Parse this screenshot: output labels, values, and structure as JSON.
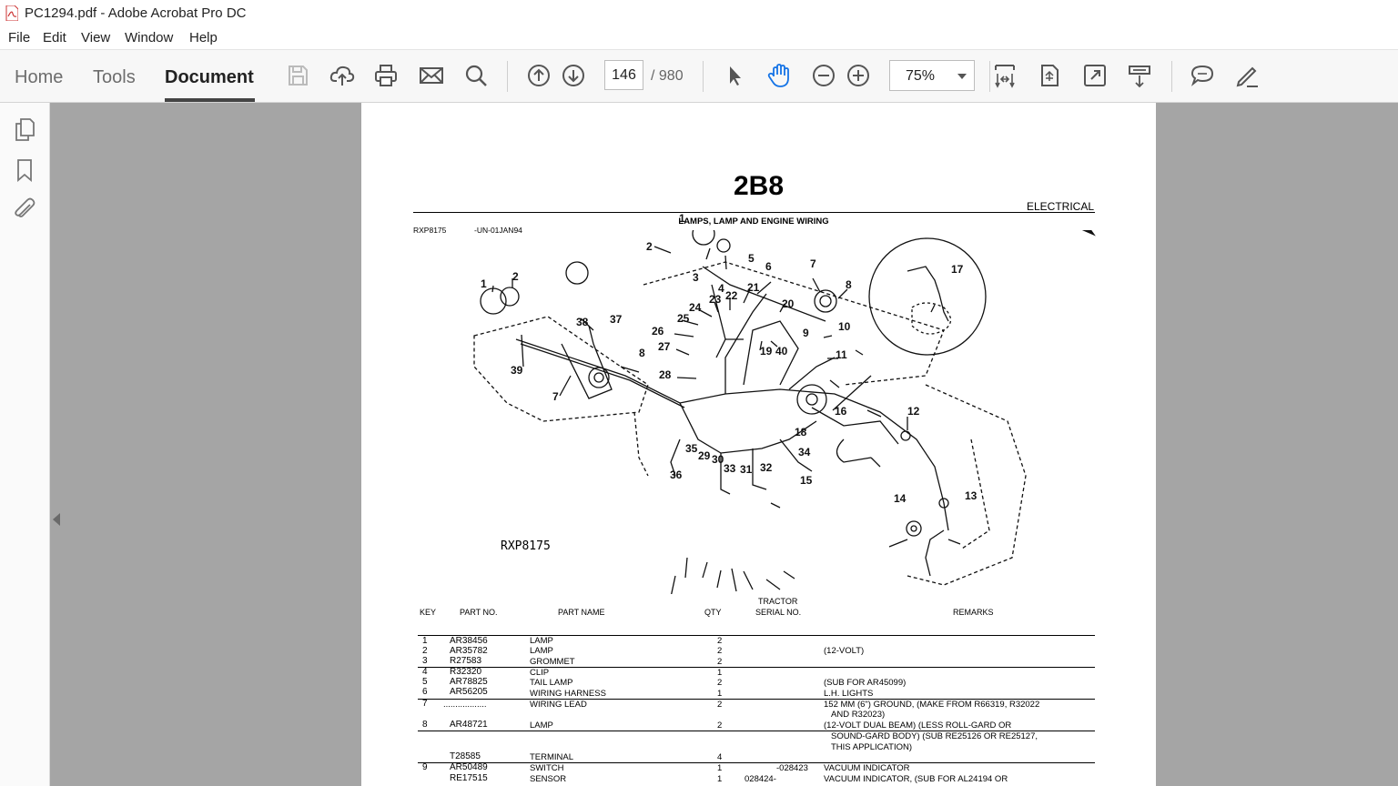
{
  "window": {
    "title": "PC1294.pdf - Adobe Acrobat Pro DC"
  },
  "menu": [
    "File",
    "Edit",
    "View",
    "Window",
    "Help"
  ],
  "tabs": [
    "Home",
    "Tools",
    "Document"
  ],
  "navigation": {
    "current_page": "146",
    "total_pages": "/ 980"
  },
  "zoom": {
    "value": "75%"
  },
  "page": {
    "heading": "2B8",
    "section": "ELECTRICAL",
    "subheading": "LAMPS, LAMP AND ENGINE WIRING",
    "fig_ref": "RXP8175",
    "fig_date": "-UN-01JAN94",
    "caption": "RXP8175",
    "callouts": [
      "1",
      "2",
      "3",
      "4",
      "5",
      "6",
      "7",
      "8",
      "1",
      "2",
      "37",
      "38",
      "39",
      "7",
      "8",
      "24",
      "23",
      "22",
      "21",
      "20",
      "25",
      "26",
      "27",
      "28",
      "19",
      "40",
      "9",
      "10",
      "11",
      "17",
      "16",
      "18",
      "34",
      "12",
      "13",
      "14",
      "15",
      "32",
      "31",
      "33",
      "30",
      "29",
      "35",
      "36"
    ],
    "table_headers": {
      "key": "KEY",
      "part_no": "PART NO.",
      "part_name": "PART NAME",
      "qty": "QTY",
      "serial_line1": "TRACTOR",
      "serial_line2": "SERIAL NO.",
      "remarks": "REMARKS"
    },
    "rows": [
      {
        "key": "1",
        "part_no": "AR38456",
        "name": "LAMP",
        "qty": "2",
        "serial": "",
        "remarks": ""
      },
      {
        "key": "2",
        "part_no": "AR35782",
        "name": "LAMP",
        "qty": "2",
        "serial": "",
        "remarks": "(12-VOLT)"
      },
      {
        "key": "3",
        "part_no": "R27583",
        "name": "GROMMET",
        "qty": "2",
        "serial": "",
        "remarks": ""
      },
      {
        "key": "4",
        "part_no": "R32320",
        "name": "CLIP",
        "qty": "1",
        "serial": "",
        "remarks": ""
      },
      {
        "key": "5",
        "part_no": "AR78825",
        "name": "TAIL LAMP",
        "qty": "2",
        "serial": "",
        "remarks": "(SUB FOR AR45099)"
      },
      {
        "key": "6",
        "part_no": "AR56205",
        "name": "WIRING HARNESS",
        "qty": "1",
        "serial": "",
        "remarks": "L.H. LIGHTS"
      },
      {
        "key": "7",
        "part_no": "..................",
        "name": "WIRING LEAD",
        "qty": "2",
        "serial": "",
        "remarks": "152 MM (6\") GROUND, (MAKE FROM R66319, R32022",
        "remarks2": "AND R32023)"
      },
      {
        "key": "8",
        "part_no": "AR48721",
        "name": "LAMP",
        "qty": "2",
        "serial": "",
        "remarks": "(12-VOLT DUAL BEAM) (LESS ROLL-GARD OR",
        "remarks2": "SOUND-GARD BODY) (SUB RE25126 OR RE25127,",
        "remarks3": "THIS APPLICATION)"
      },
      {
        "key": "",
        "part_no": "T28585",
        "name": "TERMINAL",
        "qty": "4",
        "serial": "",
        "remarks": ""
      },
      {
        "key": "9",
        "part_no": "AR50489",
        "name": "SWITCH",
        "qty": "1",
        "serial": "-028423",
        "remarks": "VACUUM INDICATOR"
      },
      {
        "key": "",
        "part_no": "RE17515",
        "name": "SENSOR",
        "qty": "1",
        "serial": "028424-",
        "remarks": "VACUUM INDICATOR, (SUB FOR AL24194 OR"
      }
    ]
  },
  "icons": [
    "pdf-file-icon",
    "save-icon",
    "upload-icon",
    "print-icon",
    "email-icon",
    "search-icon",
    "page-up-icon",
    "page-down-icon",
    "select-cursor-icon",
    "hand-tool-icon",
    "zoom-out-icon",
    "zoom-in-icon",
    "fit-page-icon",
    "rotate-icon",
    "fullscreen-icon",
    "scroll-mode-icon",
    "comment-icon",
    "sign-pen-icon",
    "pages-panel-icon",
    "bookmark-icon",
    "attachment-icon"
  ],
  "colors": {
    "active_hand": "#1473e6",
    "viewer_bg": "#a5a5a5",
    "toolbar_bg": "#f7f7f7"
  }
}
